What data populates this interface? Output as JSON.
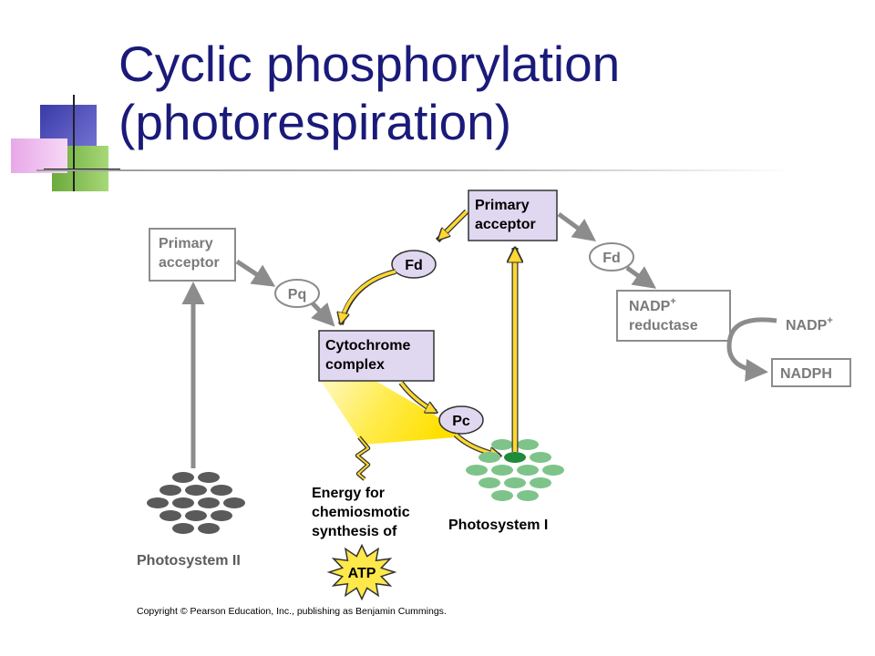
{
  "slide": {
    "title_line1": "Cyclic phosphorylation",
    "title_line2": "(photorespiration)",
    "copyright": "Copyright © Pearson Education, Inc., publishing as Benjamin Cummings."
  },
  "diagram": {
    "ps2_primary_acceptor": [
      "Primary",
      "acceptor"
    ],
    "pq": "Pq",
    "cytochrome_complex": [
      "Cytochrome",
      "complex"
    ],
    "pc": "Pc",
    "fd_cyclic": "Fd",
    "ps1_primary_acceptor": [
      "Primary",
      "acceptor"
    ],
    "fd_right": "Fd",
    "nadp_reductase": [
      "NADP",
      "reductase"
    ],
    "nadp_plus": "NADP",
    "nadph": "NADPH",
    "plus": "+",
    "energy_text": [
      "Energy for",
      "chemiosmotic",
      "synthesis of"
    ],
    "atp": "ATP",
    "photosystem_1": "Photosystem I",
    "photosystem_2": "Photosystem II"
  },
  "colors": {
    "title": "#1a1a7a",
    "gray": "#8c8c8c",
    "highlight_fill": "#e0d8f0",
    "yellow": "#ffe84a",
    "green": "#7ec48a",
    "dark_gray": "#5a5a5a"
  }
}
